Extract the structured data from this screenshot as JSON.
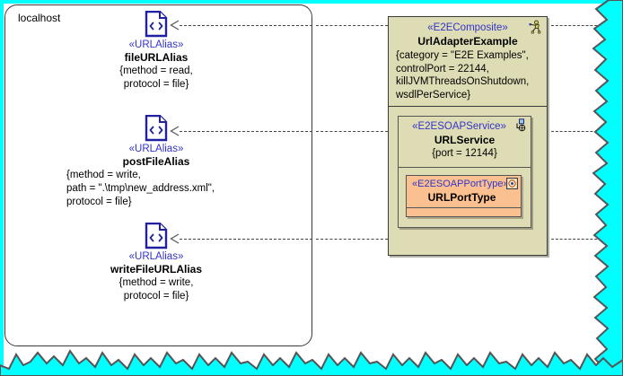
{
  "diagram": {
    "node": {
      "label": "localhost",
      "aliases": [
        {
          "icon": "url-alias-document-icon",
          "stereotype": "«URLAlias»",
          "name": "fileURLAlias",
          "properties": "{method = read,\nprotocol = file}"
        },
        {
          "icon": "url-alias-document-icon",
          "stereotype": "«URLAlias»",
          "name": "postFileAlias",
          "properties": "{method = write,\npath = \".\\tmp\\new_address.xml\",\nprotocol = file}"
        },
        {
          "icon": "url-alias-document-icon",
          "stereotype": "«URLAlias»",
          "name": "writeFileURLAlias",
          "properties": "{method = write,\nprotocol = file}"
        }
      ]
    },
    "composite": {
      "icon": "e2e-composite-icon",
      "stereotype": "«E2EComposite»",
      "name": "UrlAdapterExample",
      "properties": "{category = \"E2E Examples\",\ncontrolPort = 22144,\nkillJVMThreadsOnShutdown,\nwsdlPerService}",
      "service": {
        "icon": "soap-service-icon",
        "stereotype": "«E2ESOAPService»",
        "name": "URLService",
        "properties": "{port = 12144}",
        "porttype": {
          "icon": "soap-porttype-icon",
          "stereotype": "«E2ESOAPPortType»",
          "name": "URLPortType"
        }
      }
    },
    "colors": {
      "composite_fill": "#dedcb4",
      "porttype_fill": "#fac08f",
      "stereotype_text": "#3333cc",
      "edge_accent": "#00ffff",
      "line": "#444444",
      "icon_blue": "#2020a0"
    }
  }
}
